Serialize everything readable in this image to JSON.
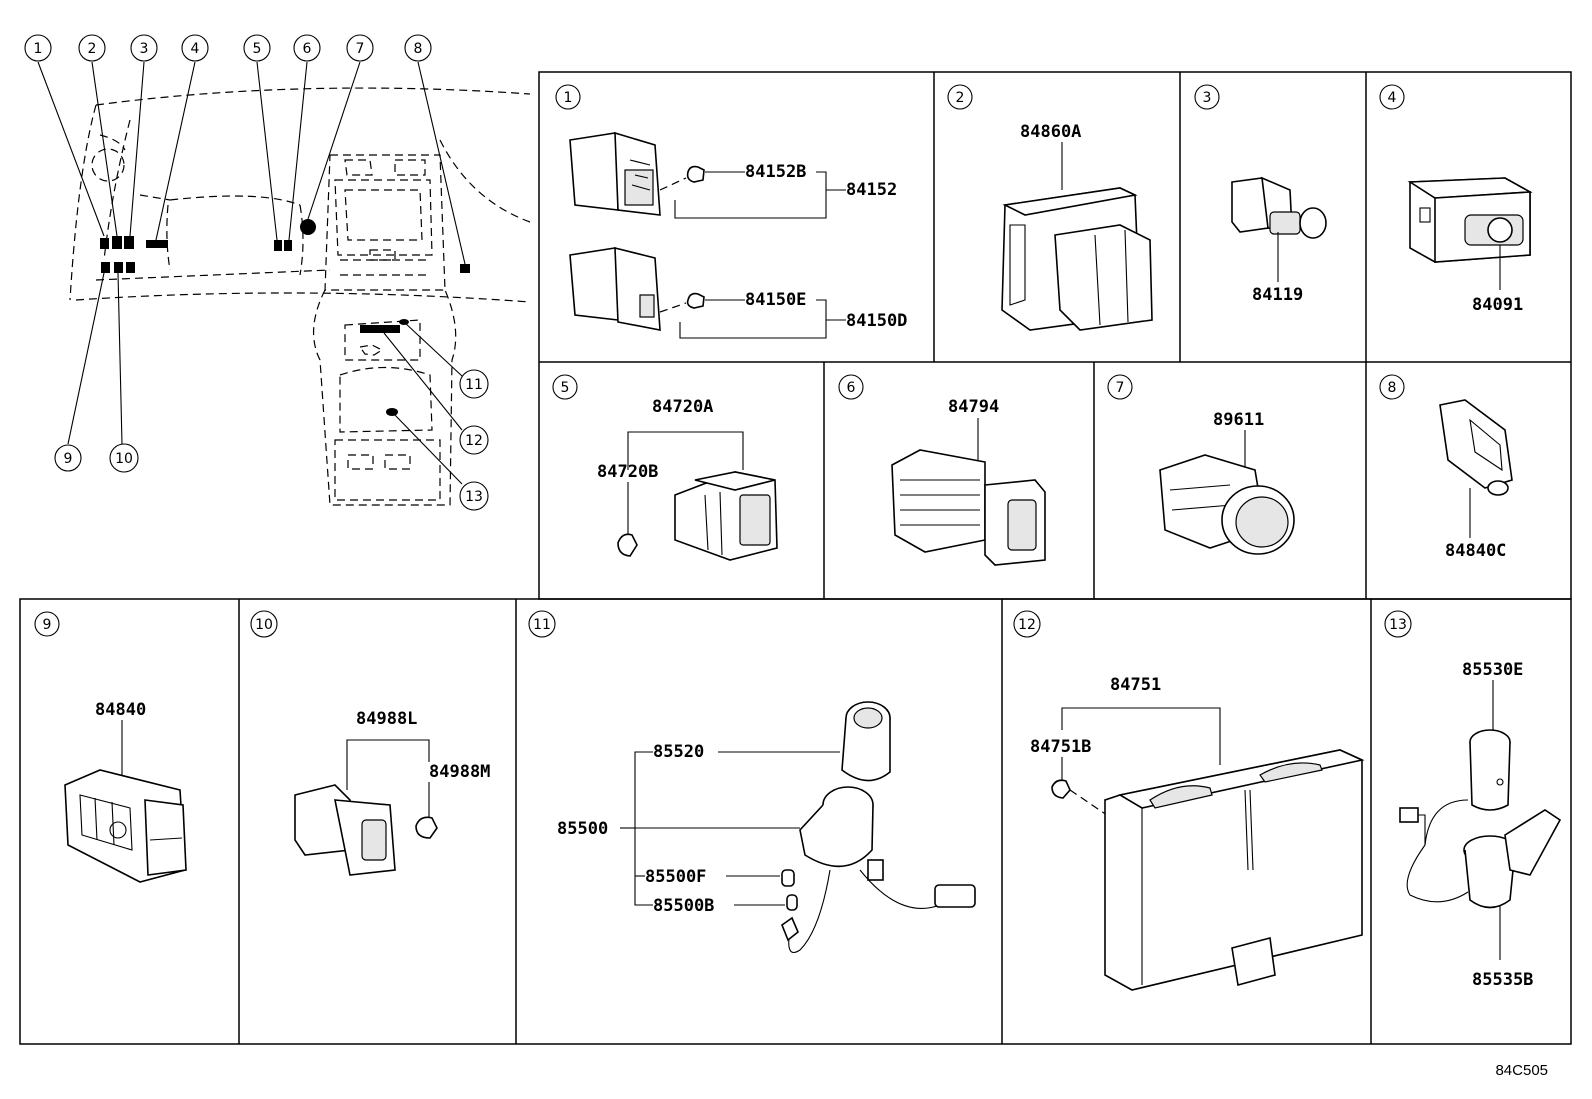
{
  "diagram_ref": "84C505",
  "overview": {
    "callouts": [
      "1",
      "2",
      "3",
      "4",
      "5",
      "6",
      "7",
      "8",
      "9",
      "10",
      "11",
      "12",
      "13"
    ]
  },
  "panels": [
    {
      "no": "1",
      "parts": [
        "84152B",
        "84152",
        "84150E",
        "84150D"
      ]
    },
    {
      "no": "2",
      "parts": [
        "84860A"
      ]
    },
    {
      "no": "3",
      "parts": [
        "84119"
      ]
    },
    {
      "no": "4",
      "parts": [
        "84091"
      ]
    },
    {
      "no": "5",
      "parts": [
        "84720A",
        "84720B"
      ]
    },
    {
      "no": "6",
      "parts": [
        "84794"
      ]
    },
    {
      "no": "7",
      "parts": [
        "89611"
      ]
    },
    {
      "no": "8",
      "parts": [
        "84840C"
      ]
    },
    {
      "no": "9",
      "parts": [
        "84840"
      ]
    },
    {
      "no": "10",
      "parts": [
        "84988L",
        "84988M"
      ]
    },
    {
      "no": "11",
      "parts": [
        "85520",
        "85500",
        "85500F",
        "85500B"
      ]
    },
    {
      "no": "12",
      "parts": [
        "84751",
        "84751B"
      ]
    },
    {
      "no": "13",
      "parts": [
        "85530E",
        "85535B"
      ]
    }
  ]
}
